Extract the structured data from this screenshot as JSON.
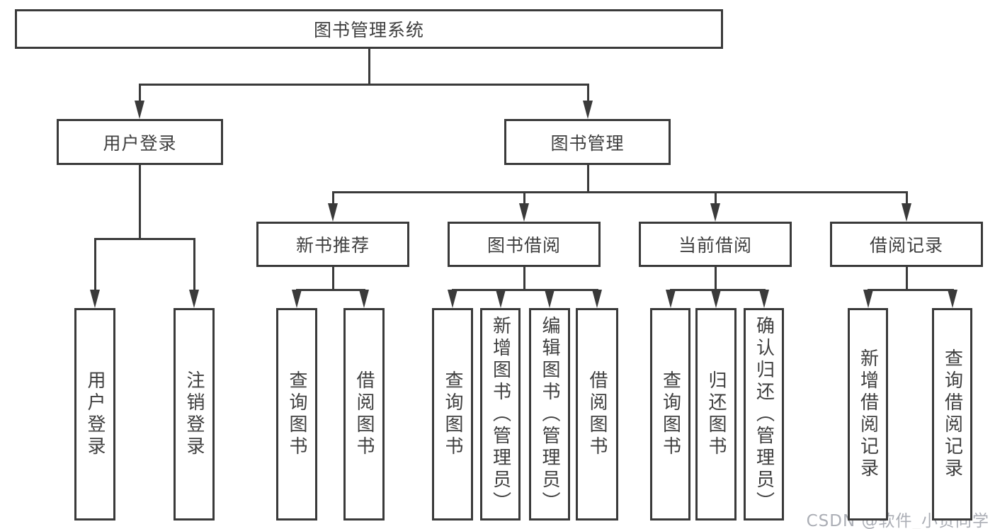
{
  "diagram": {
    "title": "图书管理系统",
    "nodes": {
      "root": {
        "label": "图书管理系统",
        "children": [
          "user-login",
          "book-mgmt"
        ]
      },
      "user-login": {
        "label": "用户登录",
        "children": [
          "leaf-user-login",
          "leaf-logout"
        ]
      },
      "book-mgmt": {
        "label": "图书管理",
        "children": [
          "new-book-rec",
          "book-borrow",
          "current-borrow",
          "borrow-record"
        ]
      },
      "new-book-rec": {
        "label": "新书推荐",
        "children": [
          "leaf-query-book-1",
          "leaf-borrow-book-1"
        ]
      },
      "book-borrow": {
        "label": "图书借阅",
        "children": [
          "leaf-query-book-2",
          "leaf-add-book",
          "leaf-edit-book",
          "leaf-borrow-book-2"
        ]
      },
      "current-borrow": {
        "label": "当前借阅",
        "children": [
          "leaf-query-book-3",
          "leaf-return-book",
          "leaf-confirm-return"
        ]
      },
      "borrow-record": {
        "label": "借阅记录",
        "children": [
          "leaf-add-record",
          "leaf-query-record"
        ]
      },
      "leaf-user-login": {
        "label": "用户登录",
        "children": []
      },
      "leaf-logout": {
        "label": "注销登录",
        "children": []
      },
      "leaf-query-book-1": {
        "label": "查询图书",
        "children": []
      },
      "leaf-borrow-book-1": {
        "label": "借阅图书",
        "children": []
      },
      "leaf-query-book-2": {
        "label": "查询图书",
        "children": []
      },
      "leaf-add-book": {
        "label": "新增图书（管理员）",
        "children": []
      },
      "leaf-edit-book": {
        "label": "编辑图书（管理员）",
        "children": []
      },
      "leaf-borrow-book-2": {
        "label": "借阅图书",
        "children": []
      },
      "leaf-query-book-3": {
        "label": "查询图书",
        "children": []
      },
      "leaf-return-book": {
        "label": "归还图书",
        "children": []
      },
      "leaf-confirm-return": {
        "label": "确认归还（管理员）",
        "children": []
      },
      "leaf-add-record": {
        "label": "新增借阅记录",
        "children": []
      },
      "leaf-query-record": {
        "label": "查询借阅记录",
        "children": []
      }
    }
  },
  "watermark": {
    "text": "CSDN @软件_小贺同学"
  },
  "colors": {
    "line": "#3a3a3a",
    "box_border": "#3a3a3a",
    "text": "#3f3f3f",
    "watermark": "#abaeb5",
    "background": "#ffffff"
  }
}
